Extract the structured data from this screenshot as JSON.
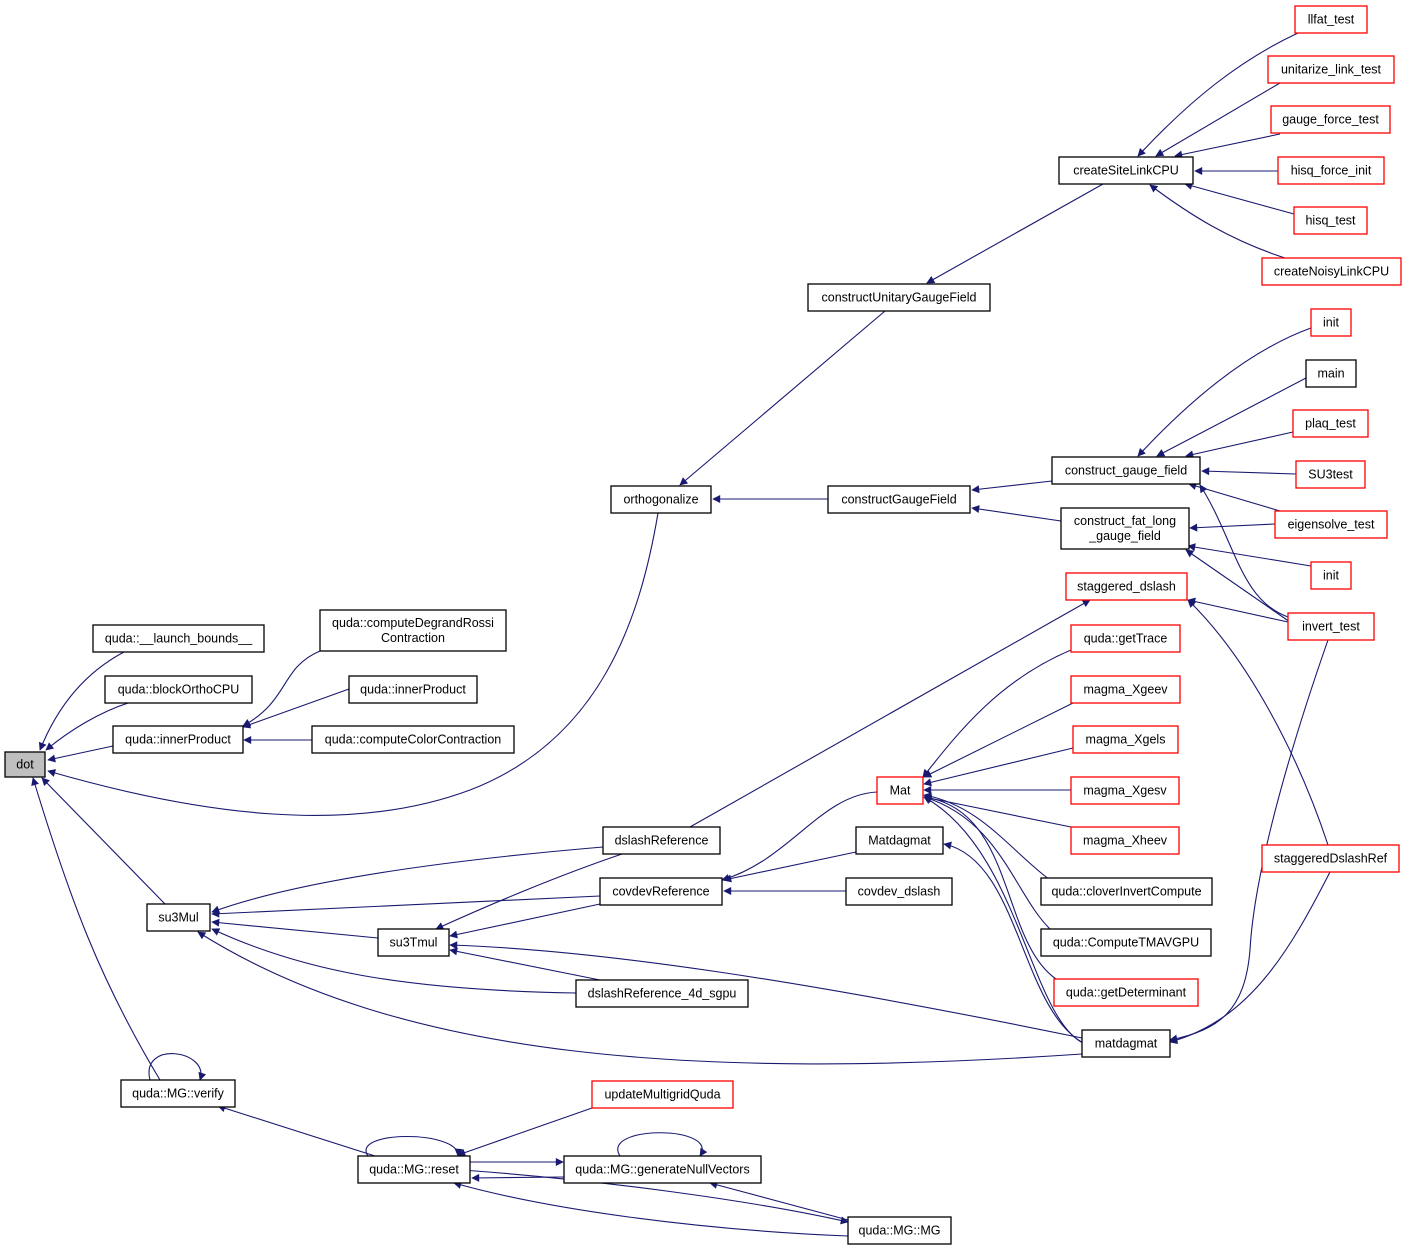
{
  "graph": {
    "edge_color": "#191970",
    "truncated_border_color": "#ff0000",
    "normal_border_color": "#000000",
    "current_fill": "#bfbfbf",
    "nodes": [
      {
        "id": "dot",
        "lines": [
          "dot"
        ],
        "current": true
      },
      {
        "id": "launch_bounds",
        "lines": [
          "quda::__launch_bounds__"
        ]
      },
      {
        "id": "blockOrthoCPU",
        "lines": [
          "quda::blockOrthoCPU"
        ]
      },
      {
        "id": "innerProduct_a",
        "lines": [
          "quda::innerProduct"
        ]
      },
      {
        "id": "computeDegrandRossi",
        "lines": [
          "quda::computeDegrandRossi",
          "Contraction"
        ]
      },
      {
        "id": "innerProduct_b",
        "lines": [
          "quda::innerProduct"
        ]
      },
      {
        "id": "computeColorContraction",
        "lines": [
          "quda::computeColorContraction"
        ]
      },
      {
        "id": "orthogonalize",
        "lines": [
          "orthogonalize"
        ]
      },
      {
        "id": "constructUnitaryGaugeField",
        "lines": [
          "constructUnitaryGaugeField"
        ]
      },
      {
        "id": "createSiteLinkCPU",
        "lines": [
          "createSiteLinkCPU"
        ]
      },
      {
        "id": "llfat_test",
        "lines": [
          "llfat_test"
        ],
        "truncated": true
      },
      {
        "id": "unitarize_link_test",
        "lines": [
          "unitarize_link_test"
        ],
        "truncated": true
      },
      {
        "id": "gauge_force_test",
        "lines": [
          "gauge_force_test"
        ],
        "truncated": true
      },
      {
        "id": "hisq_force_init",
        "lines": [
          "hisq_force_init"
        ],
        "truncated": true
      },
      {
        "id": "hisq_test",
        "lines": [
          "hisq_test"
        ],
        "truncated": true
      },
      {
        "id": "createNoisyLinkCPU",
        "lines": [
          "createNoisyLinkCPU"
        ],
        "truncated": true
      },
      {
        "id": "constructGaugeField",
        "lines": [
          "constructGaugeField"
        ]
      },
      {
        "id": "construct_gauge_field",
        "lines": [
          "construct_gauge_field"
        ]
      },
      {
        "id": "construct_fat_long",
        "lines": [
          "construct_fat_long",
          "_gauge_field"
        ]
      },
      {
        "id": "init_a",
        "lines": [
          "init"
        ],
        "truncated": true
      },
      {
        "id": "main",
        "lines": [
          "main"
        ]
      },
      {
        "id": "plaq_test",
        "lines": [
          "plaq_test"
        ],
        "truncated": true
      },
      {
        "id": "SU3test",
        "lines": [
          "SU3test"
        ],
        "truncated": true
      },
      {
        "id": "eigensolve_test",
        "lines": [
          "eigensolve_test"
        ],
        "truncated": true
      },
      {
        "id": "init_b",
        "lines": [
          "init"
        ],
        "truncated": true
      },
      {
        "id": "invert_test",
        "lines": [
          "invert_test"
        ],
        "truncated": true
      },
      {
        "id": "staggered_dslash",
        "lines": [
          "staggered_dslash"
        ],
        "truncated": true
      },
      {
        "id": "getTrace",
        "lines": [
          "quda::getTrace"
        ],
        "truncated": true
      },
      {
        "id": "magma_Xgeev",
        "lines": [
          "magma_Xgeev"
        ],
        "truncated": true
      },
      {
        "id": "magma_Xgels",
        "lines": [
          "magma_Xgels"
        ],
        "truncated": true
      },
      {
        "id": "Mat",
        "lines": [
          "Mat"
        ],
        "truncated": true
      },
      {
        "id": "magma_Xgesv",
        "lines": [
          "magma_Xgesv"
        ],
        "truncated": true
      },
      {
        "id": "magma_Xheev",
        "lines": [
          "magma_Xheev"
        ],
        "truncated": true
      },
      {
        "id": "Matdagmat",
        "lines": [
          "Matdagmat"
        ]
      },
      {
        "id": "dslashReference",
        "lines": [
          "dslashReference"
        ]
      },
      {
        "id": "covdevReference",
        "lines": [
          "covdevReference"
        ]
      },
      {
        "id": "covdev_dslash",
        "lines": [
          "covdev_dslash"
        ]
      },
      {
        "id": "cloverInvertCompute",
        "lines": [
          "quda::cloverInvertCompute"
        ]
      },
      {
        "id": "ComputeTMAVGPU",
        "lines": [
          "quda::ComputeTMAVGPU"
        ]
      },
      {
        "id": "getDeterminant",
        "lines": [
          "quda::getDeterminant"
        ],
        "truncated": true
      },
      {
        "id": "staggeredDslashRef",
        "lines": [
          "staggeredDslashRef"
        ],
        "truncated": true
      },
      {
        "id": "su3Mul",
        "lines": [
          "su3Mul"
        ]
      },
      {
        "id": "su3Tmul",
        "lines": [
          "su3Tmul"
        ]
      },
      {
        "id": "dslashReference_4d_sgpu",
        "lines": [
          "dslashReference_4d_sgpu"
        ]
      },
      {
        "id": "matdagmat",
        "lines": [
          "matdagmat"
        ]
      },
      {
        "id": "MG_verify",
        "lines": [
          "quda::MG::verify"
        ]
      },
      {
        "id": "updateMultigridQuda",
        "lines": [
          "updateMultigridQuda"
        ],
        "truncated": true
      },
      {
        "id": "MG_reset",
        "lines": [
          "quda::MG::reset"
        ]
      },
      {
        "id": "MG_generateNullVectors",
        "lines": [
          "quda::MG::generateNullVectors"
        ]
      },
      {
        "id": "MG_MG",
        "lines": [
          "quda::MG::MG"
        ]
      }
    ]
  }
}
